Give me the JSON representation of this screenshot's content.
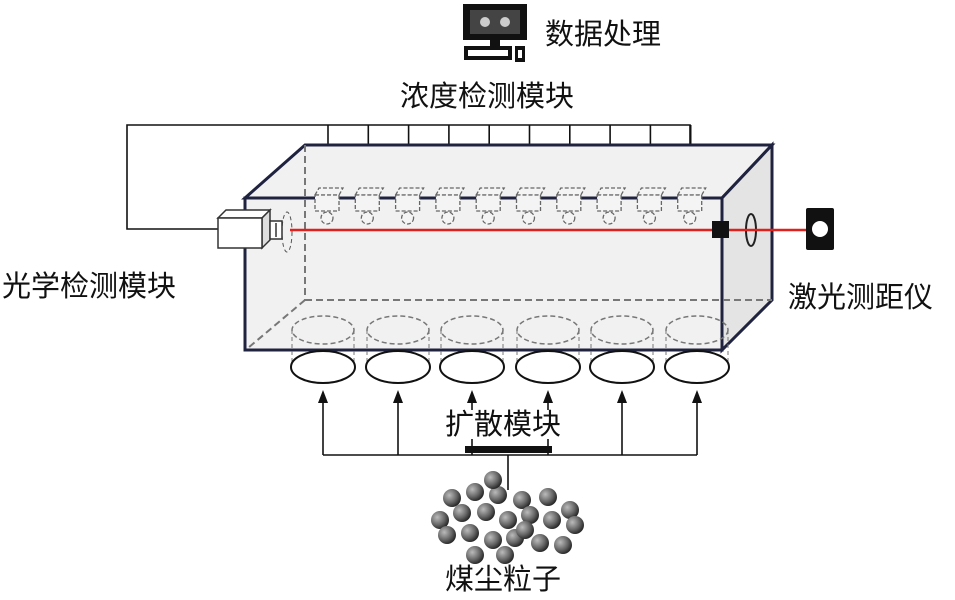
{
  "labels": {
    "data_processing": "数据处理",
    "concentration_module": "浓度检测模块",
    "optical_module": "光学检测模块",
    "laser_rangefinder": "激光测距仪",
    "diffusion_module": "扩散模块",
    "coal_dust": "煤尘粒子"
  },
  "colors": {
    "laser": "#e0201c",
    "box_edge": "#1f2340",
    "box_fill": "#eeeeee"
  },
  "icons": [
    "computer-icon",
    "camera-icon",
    "rangefinder-icon",
    "sensor-icon",
    "fan-icon",
    "particle-icon"
  ]
}
